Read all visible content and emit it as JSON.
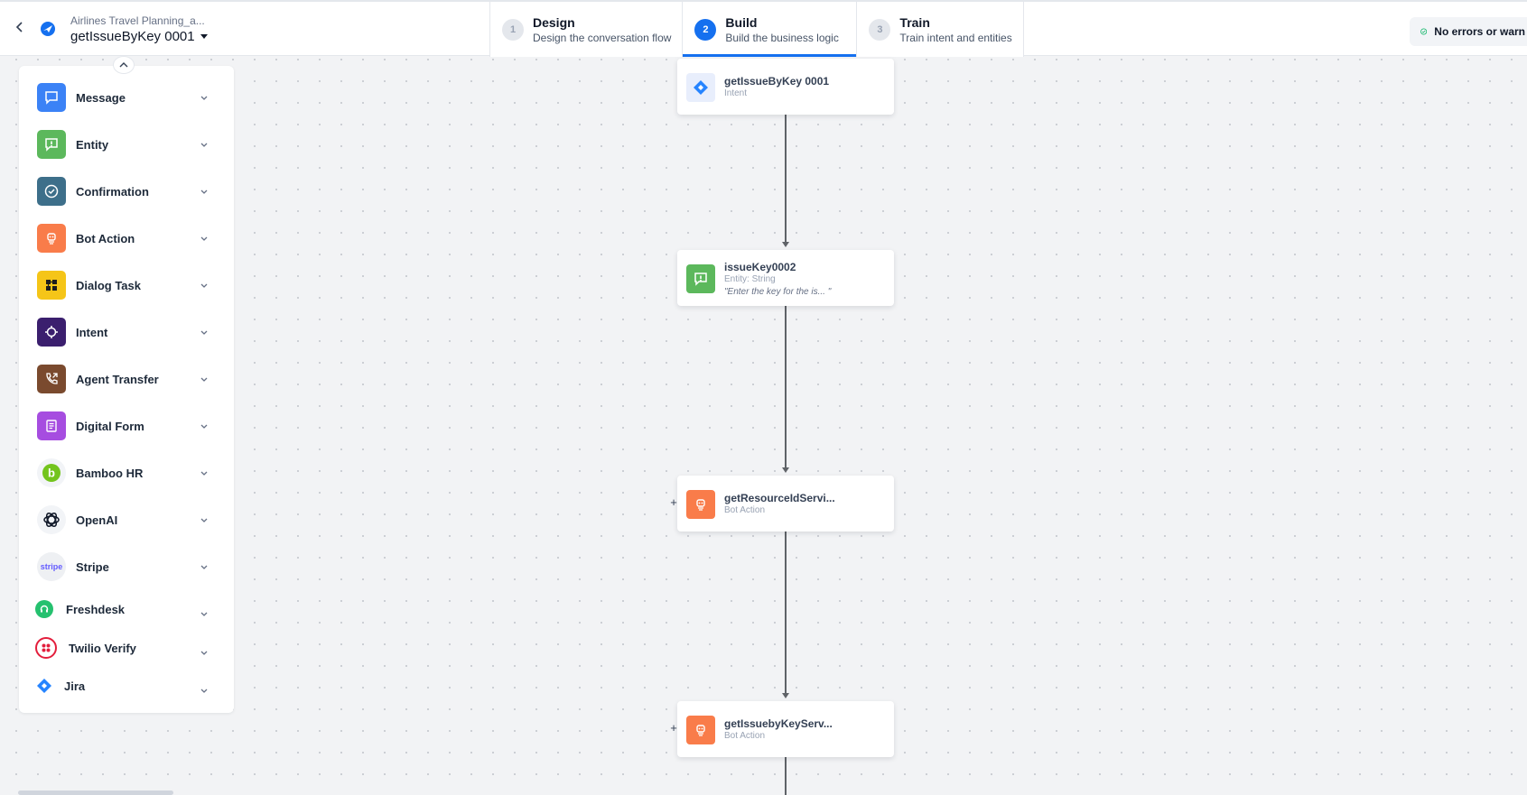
{
  "header": {
    "breadcrumb": "Airlines Travel Planning_a...",
    "dialog_name": "getIssueByKey 0001",
    "back_icon": "chevron-left-icon",
    "logo_icon": "app-logo-icon",
    "steps": [
      {
        "num": "1",
        "title": "Design",
        "subtitle": "Design the conversation flow",
        "active": false
      },
      {
        "num": "2",
        "title": "Build",
        "subtitle": "Build the business logic",
        "active": true
      },
      {
        "num": "3",
        "title": "Train",
        "subtitle": "Train intent and entities",
        "active": false
      }
    ],
    "status": "No errors or warn"
  },
  "sidebar": {
    "items": [
      {
        "label": "Message",
        "icon": "message-icon",
        "color": "#3b82f6"
      },
      {
        "label": "Entity",
        "icon": "entity-icon",
        "color": "#5cb85c"
      },
      {
        "label": "Confirmation",
        "icon": "confirmation-icon",
        "color": "#3d6f8a"
      },
      {
        "label": "Bot Action",
        "icon": "bot-action-icon",
        "color": "#f97c4a"
      },
      {
        "label": "Dialog Task",
        "icon": "dialog-task-icon",
        "color": "#f5c518"
      },
      {
        "label": "Intent",
        "icon": "intent-icon",
        "color": "#3b1f6e"
      },
      {
        "label": "Agent Transfer",
        "icon": "agent-transfer-icon",
        "color": "#7a4a2e"
      },
      {
        "label": "Digital Form",
        "icon": "digital-form-icon",
        "color": "#a64de0"
      },
      {
        "label": "Bamboo HR",
        "icon": "bamboo-hr-icon",
        "color": "#73c41d"
      },
      {
        "label": "OpenAI",
        "icon": "openai-icon",
        "color": "#101828"
      },
      {
        "label": "Stripe",
        "icon": "stripe-icon",
        "color": "#635bff",
        "glyph": "stripe"
      },
      {
        "label": "Freshdesk",
        "icon": "freshdesk-icon",
        "color": "#25c16f"
      },
      {
        "label": "Twilio Verify",
        "icon": "twilio-icon",
        "color": "#e31e3c"
      },
      {
        "label": "Jira",
        "icon": "jira-icon",
        "color": "#2684ff"
      }
    ]
  },
  "canvas": {
    "nodes": [
      {
        "title": "getIssueByKey 0001",
        "type": "Intent",
        "icon": "jira-icon"
      },
      {
        "title": "issueKey0002",
        "type": "Entity: String",
        "prompt": "\"Enter the key for the is... \"",
        "icon": "entity-icon"
      },
      {
        "title": "getResourceIdServi...",
        "type": "Bot Action",
        "icon": "bot-action-icon"
      },
      {
        "title": "getIssuebyKeyServ...",
        "type": "Bot Action",
        "icon": "bot-action-icon"
      }
    ]
  },
  "colors": {
    "accent": "#1570ef",
    "entity_green": "#5cb85c",
    "bot_action_orange": "#f97c4a",
    "status_ok": "#12b76a"
  }
}
